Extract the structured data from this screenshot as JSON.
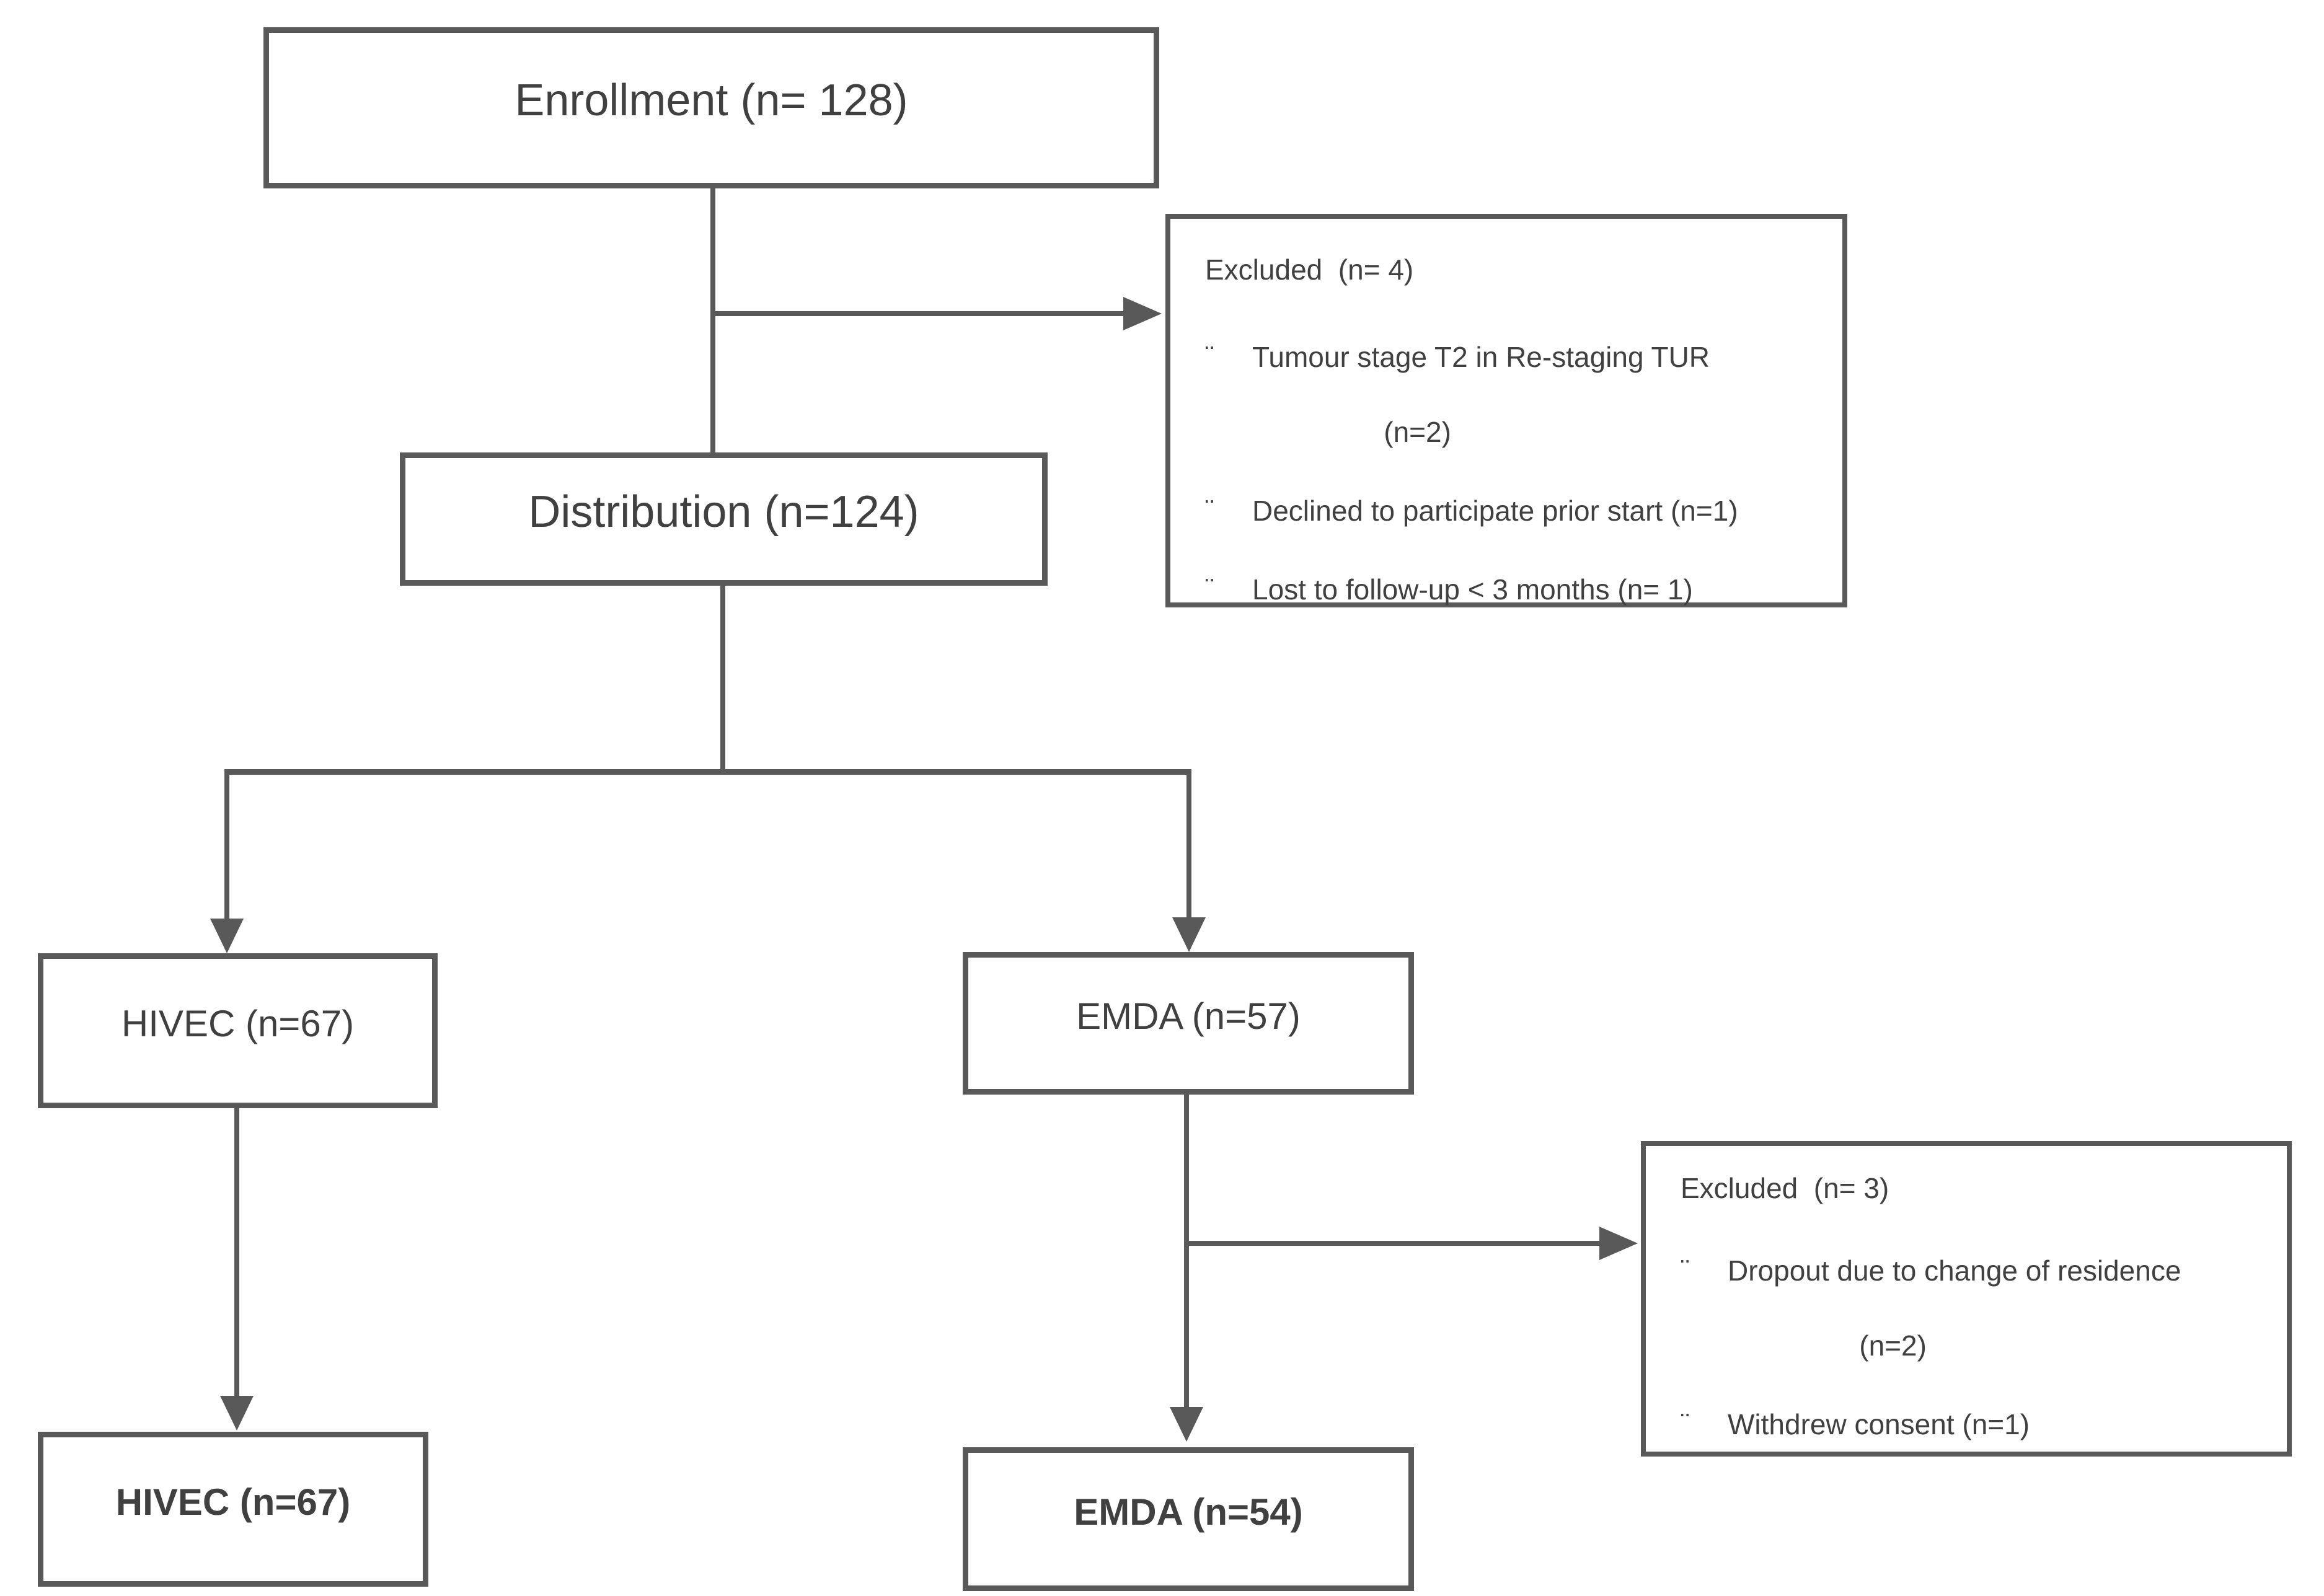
{
  "diagram": {
    "title": "CONSORT-style participant flow diagram",
    "colors": {
      "line": "#595959",
      "text": "#404040",
      "background": "#ffffff"
    },
    "boxes": {
      "enrollment": {
        "label": "Enrollment (n= 128)"
      },
      "distribution": {
        "label": "Distribution (n=124)"
      },
      "hivec_allocated": {
        "label": "HIVEC (n=67)"
      },
      "emda_allocated": {
        "label": "EMDA (n=57)"
      },
      "hivec_final": {
        "label": "HIVEC (n=67)"
      },
      "emda_final": {
        "label": "EMDA (n=54)"
      },
      "excluded_enrollment": {
        "title": "Excluded  (n= 4)",
        "bullet": "¨",
        "items": [
          {
            "line1": "Tumour stage T2 in Re-staging TUR",
            "line2": "(n=2)"
          },
          {
            "line1": "Declined to participate prior start (n=1)"
          },
          {
            "line1": "Lost to follow-up < 3 months (n= 1)"
          }
        ]
      },
      "excluded_emda": {
        "title": "Excluded  (n= 3)",
        "bullet": "¨",
        "items": [
          {
            "line1": "Dropout due to change of residence",
            "line2": "(n=2)"
          },
          {
            "line1": "Withdrew consent (n=1)"
          }
        ]
      }
    }
  }
}
